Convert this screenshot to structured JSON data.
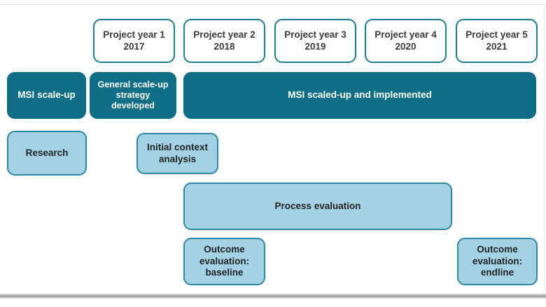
{
  "figure": {
    "kind": "project-timeline-diagram",
    "background_color": "#ffffff",
    "palette": {
      "teal_fill": "#0E6E86",
      "teal_outline": "#1A7E96",
      "lightblue_fill": "#A2D2E3",
      "lightblue_outline": "#2E87A6",
      "dark_text": "#232323",
      "white_text": "#ffffff"
    }
  },
  "year_headers": [
    {
      "label": "Project year 1\n2017",
      "name": "project-year-1"
    },
    {
      "label": "Project year 2\n2018",
      "name": "project-year-2"
    },
    {
      "label": "Project year 3\n2019",
      "name": "project-year-3"
    },
    {
      "label": "Project year 4\n2020",
      "name": "project-year-4"
    },
    {
      "label": "Project year 5\n2021",
      "name": "project-year-5"
    }
  ],
  "scaleup_row": {
    "track_label": "MSI scale-up",
    "activities": [
      {
        "label": "General scale-up strategy developed"
      },
      {
        "label": "MSI scaled-up and implemented"
      }
    ]
  },
  "research_row": {
    "track_label": "Research",
    "activities": [
      {
        "label": "Initial context analysis"
      },
      {
        "label": "Process evaluation"
      },
      {
        "label": "Outcome evaluation: baseline"
      },
      {
        "label": "Outcome evaluation: endline"
      }
    ]
  }
}
